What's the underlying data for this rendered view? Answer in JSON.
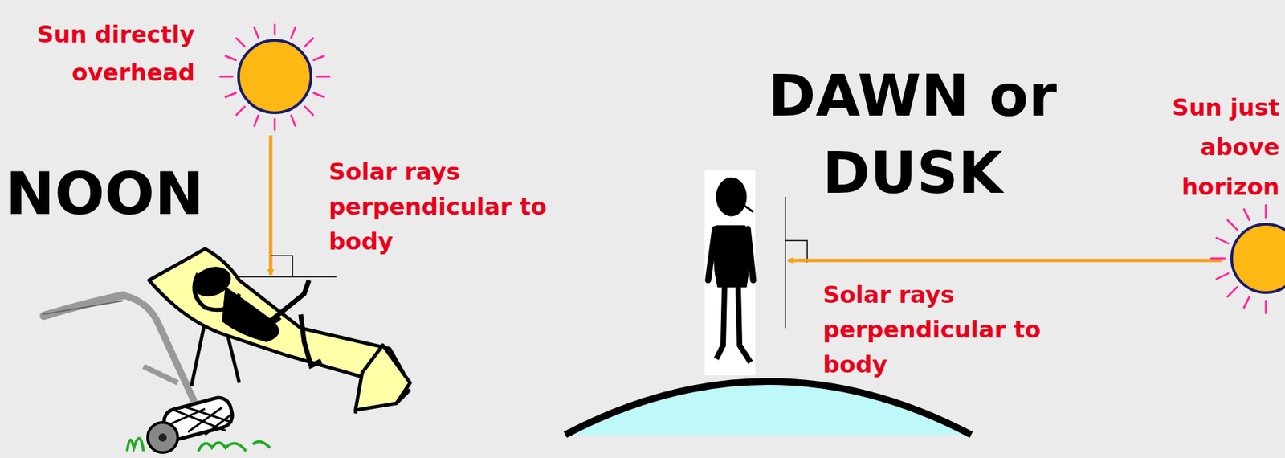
{
  "diagram": {
    "labels": [
      "Sun directly overhead",
      "NOON",
      "Solar rays perpendicular to body",
      "DAWN or DUSK",
      "Sun just above horizon",
      "Solar rays perpendicular to body"
    ]
  }
}
